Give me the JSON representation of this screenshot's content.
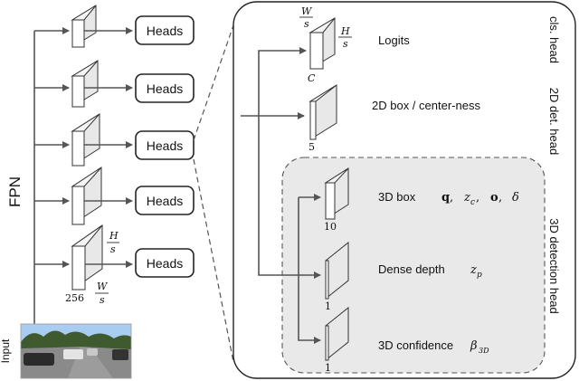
{
  "diagram": {
    "fpn_label": "FPN",
    "input_label": "Input",
    "heads_label": "Heads",
    "fpn_dims": {
      "channels": "256",
      "height": "H",
      "width": "W",
      "divisor": "s"
    },
    "right_panel": {
      "top_dims": {
        "width": "W",
        "height": "H",
        "divisor": "s",
        "channels": "C"
      },
      "branches": {
        "logits": "Logits",
        "box2d": "2D box / center-ness",
        "box3d": "3D box",
        "depth": "Dense depth",
        "confidence": "3D confidence"
      },
      "channel_counts": {
        "box2d": "5",
        "box3d": "10",
        "depth": "1",
        "confidence": "1"
      },
      "formulas": {
        "box3d_q": "q",
        "box3d_zc": "z",
        "box3d_zc_sub": "c",
        "box3d_o": "o",
        "box3d_delta": "δ",
        "depth_z": "z",
        "depth_z_sub": "p",
        "conf_beta": "β",
        "conf_beta_sub": "3D"
      },
      "side_labels": {
        "cls_head": "cls. head",
        "det2d_head": "2D det. head",
        "det3d_head": "3D detection head"
      }
    },
    "colors": {
      "line": "#555555",
      "box_stroke": "#333333",
      "face": "#ffffff",
      "side": "#e8e8e8",
      "panel_fill": "#e9e9e9",
      "sky": "#7fb0e0",
      "trees": "#3f5a2e",
      "road": "#8a8a8a"
    }
  }
}
